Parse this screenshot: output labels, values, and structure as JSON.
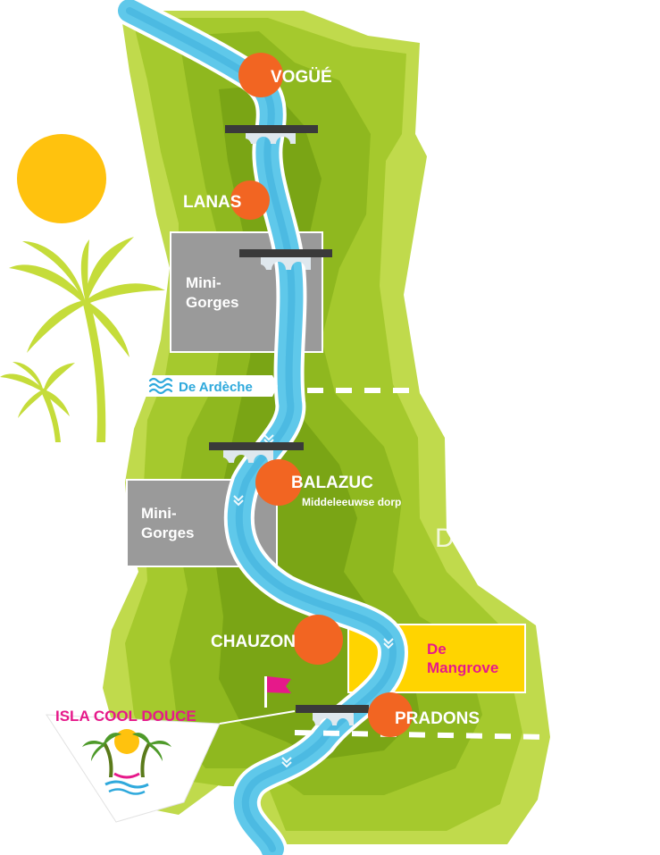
{
  "colors": {
    "land_dark": "#8fb81f",
    "land_mid": "#a5c92d",
    "land_light": "#c0da4c",
    "river": "#5fc8ea",
    "river_edge": "#ffffff",
    "town": "#f26522",
    "gray_box": "#9a9a9a",
    "sun": "#ffc20e",
    "palm": "#c5dc3a",
    "mangrove_box": "#ffd400",
    "pink": "#e6198a",
    "bridge": "#3a3a3a"
  },
  "towns": [
    {
      "name": "VOGÜÉ"
    },
    {
      "name": "LANAS"
    },
    {
      "name": "BALAZUC",
      "subtitle": "Middeleeuwse dorp"
    },
    {
      "name": "CHAUZON"
    },
    {
      "name": "PRADONS"
    }
  ],
  "mini_gorges": [
    {
      "line1": "Mini-",
      "line2": "Gorges"
    },
    {
      "line1": "Mini-",
      "line2": "Gorges"
    }
  ],
  "river_label": "De Ardèche",
  "mangrove": {
    "line1": "De",
    "line2": "Mangrove"
  },
  "isla": {
    "title": "ISLA COOL DOUCE"
  },
  "region_letter": "D",
  "icons": {
    "sun": "sun-icon",
    "palm": "palm-tree-icon",
    "waves": "waves-icon",
    "flag": "flag-icon",
    "bridge": "bridge-icon",
    "logo": "isla-logo-icon"
  }
}
